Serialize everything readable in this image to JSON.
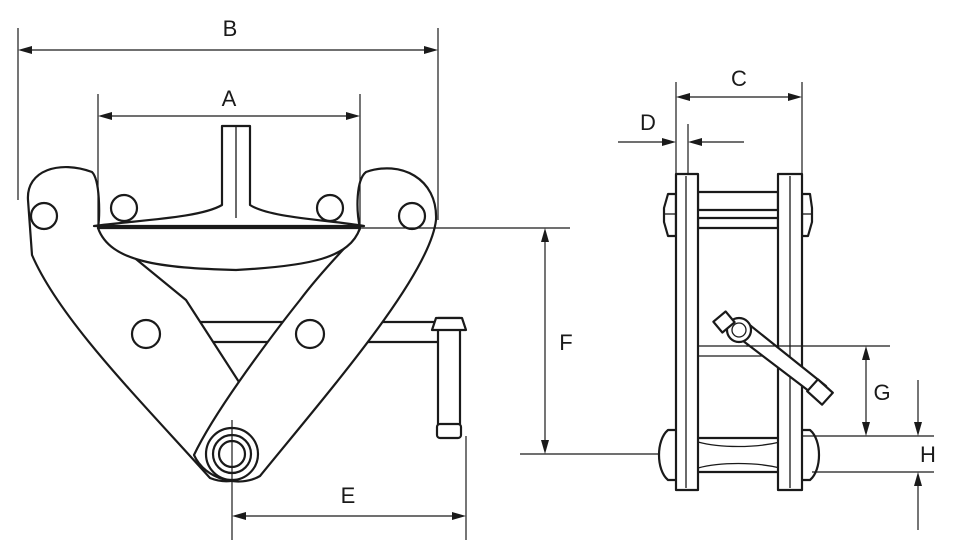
{
  "labels": {
    "A": "A",
    "B": "B",
    "C": "C",
    "D": "D",
    "E": "E",
    "F": "F",
    "G": "G",
    "H": "H"
  },
  "colors": {
    "line": "#1a1a1a",
    "background": "#ffffff"
  }
}
